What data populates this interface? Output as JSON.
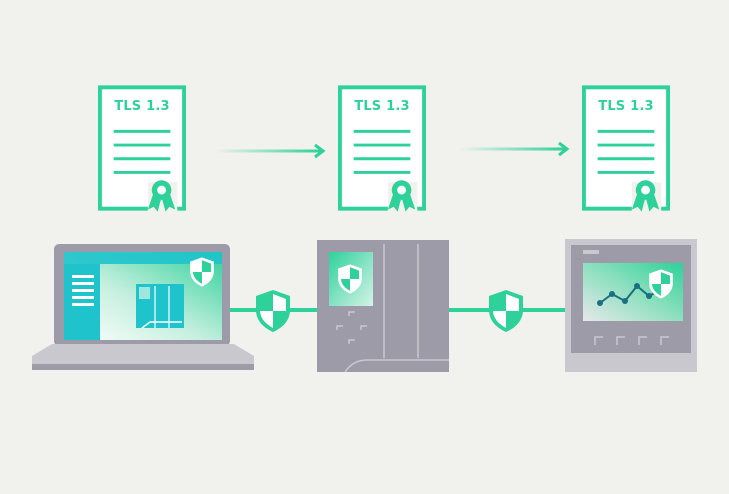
{
  "diagram": {
    "description": "TLS 1.3 certificate based secure communication between engineering laptop, PLC controller and HMI panel",
    "colors": {
      "background": "#f1f1ee",
      "accent": "#2ed19a",
      "device_gray": "#9d9ba7",
      "device_light": "#c9c8cf",
      "screen_teal": "#1ec3cc"
    },
    "certificates": [
      {
        "label": "TLS 1.3",
        "icon": "certificate-icon"
      },
      {
        "label": "TLS 1.3",
        "icon": "certificate-icon"
      },
      {
        "label": "TLS 1.3",
        "icon": "certificate-icon"
      }
    ],
    "arrows": [
      {
        "from": "certificate-1",
        "to": "certificate-2"
      },
      {
        "from": "certificate-2",
        "to": "certificate-3"
      }
    ],
    "devices": [
      {
        "name": "Engineering laptop",
        "icon": "laptop-icon",
        "badge": "shield-icon"
      },
      {
        "name": "Controller",
        "icon": "plc-controller-icon",
        "badge": "shield-icon"
      },
      {
        "name": "HMI panel",
        "icon": "hmi-panel-icon",
        "badge": "shield-icon"
      }
    ],
    "connections": [
      {
        "from": "laptop",
        "to": "controller",
        "badge": "shield-icon"
      },
      {
        "from": "controller",
        "to": "hmi",
        "badge": "shield-icon"
      }
    ]
  }
}
